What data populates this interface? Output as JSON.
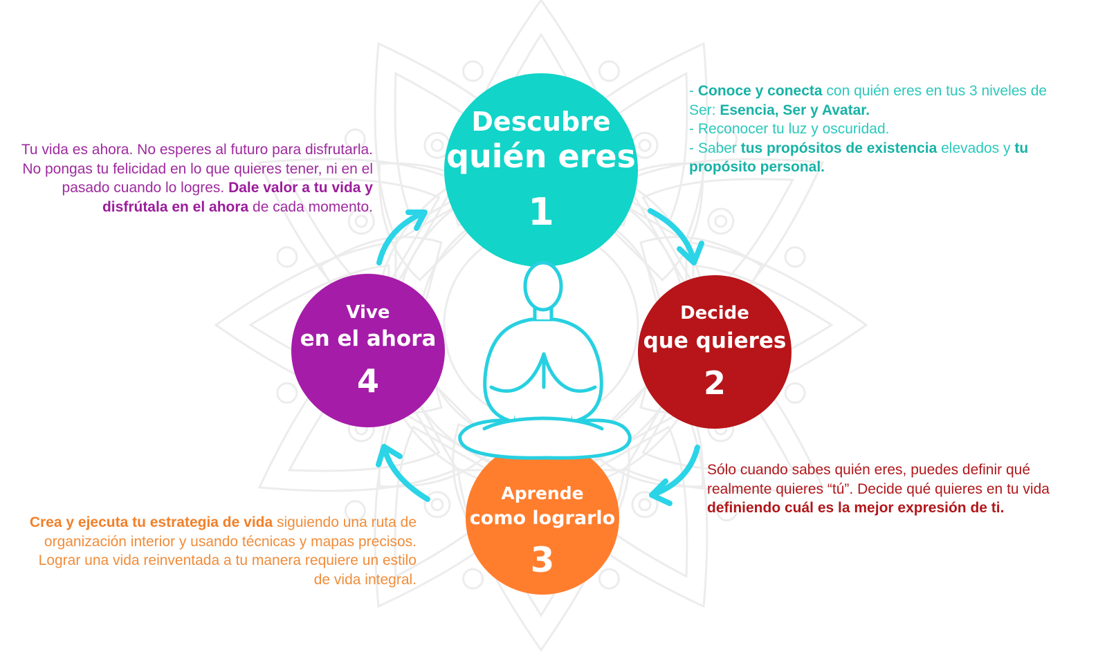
{
  "colors": {
    "step1": "#12d4c8",
    "step2": "#b71519",
    "step3": "#ff7e2e",
    "step4": "#a51ca8",
    "arrow": "#2bd4e6",
    "figure": "#27d0e0"
  },
  "steps": [
    {
      "line1": "Descubre",
      "line2": "quién eres",
      "number": "1",
      "description": [
        {
          "text": "- ",
          "bold": false
        },
        {
          "text": "Conoce y conecta",
          "bold": true
        },
        {
          "text": " con quién eres en tus 3 niveles de Ser: ",
          "bold": false
        },
        {
          "text": "Esencia, Ser y Avatar.",
          "bold": true
        },
        {
          "br": true
        },
        {
          "text": "- Reconocer tu luz y oscuridad.",
          "bold": false
        },
        {
          "br": true
        },
        {
          "text": "- Saber ",
          "bold": false
        },
        {
          "text": "tus propósitos de existencia",
          "bold": true
        },
        {
          "text": " elevados y ",
          "bold": false
        },
        {
          "text": "tu propósito personal.",
          "bold": true
        }
      ]
    },
    {
      "line1": "Decide",
      "line2": "que quieres",
      "number": "2",
      "description": [
        {
          "text": "Sólo cuando sabes quién eres, puedes definir qué realmente quieres “tú”. Decide qué quieres en tu vida ",
          "bold": false
        },
        {
          "text": "definiendo cuál es la mejor expresión de ti.",
          "bold": true
        }
      ]
    },
    {
      "line1": "Aprende",
      "line2": "como lograrlo",
      "number": "3",
      "description": [
        {
          "text": "Crea y ejecuta tu estrategia de vida",
          "bold": true
        },
        {
          "text": " siguiendo una ruta de organización interior y usando técnicas y mapas precisos. Lograr una vida reinventada a tu manera requiere un estilo de vida integral.",
          "bold": false
        }
      ]
    },
    {
      "line1": "Vive",
      "line2": "en el ahora",
      "number": "4",
      "description": [
        {
          "text": "Tu vida es ahora. No esperes al futuro para disfrutarla. No pongas tu felicidad en lo que quieres tener, ni en el pasado cuando lo logres. ",
          "bold": false
        },
        {
          "text": "Dale valor a tu vida y disfrútala en el ahora",
          "bold": true
        },
        {
          "text": " de cada momento.",
          "bold": false
        }
      ]
    }
  ]
}
